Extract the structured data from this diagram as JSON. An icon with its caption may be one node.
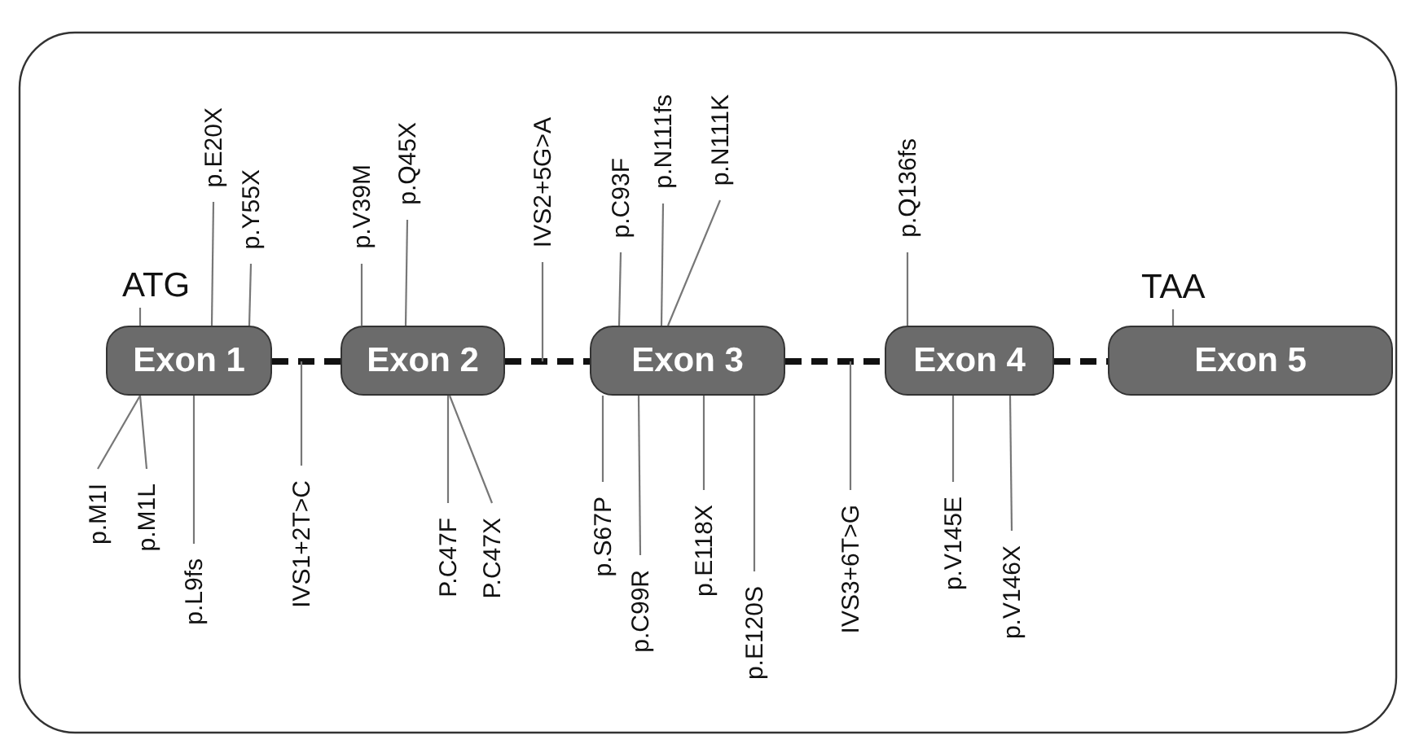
{
  "diagram": {
    "nodes": [
      {
        "text": [
          "Exon 1"
        ]
      },
      {
        "text": [
          "Exon 2"
        ]
      },
      {
        "text": [
          "Exon 3"
        ]
      },
      {
        "text": [
          "Exon 4"
        ]
      },
      {
        "text": [
          "Exon 5"
        ]
      },
      {
        "text": [
          "ATG"
        ]
      },
      {
        "text": [
          "TAA"
        ]
      },
      {
        "text": [
          "p.E20X"
        ]
      },
      {
        "text": [
          "p.Y55X"
        ]
      },
      {
        "text": [
          "p.V39M"
        ]
      },
      {
        "text": [
          "p.Q45X"
        ]
      },
      {
        "text": [
          "IVS2+5G>A"
        ]
      },
      {
        "text": [
          "p.C93F"
        ]
      },
      {
        "text": [
          "p.N111fs"
        ]
      },
      {
        "text": [
          "p.N111K"
        ]
      },
      {
        "text": [
          "p.Q136fs"
        ]
      },
      {
        "text": [
          "p.M1I"
        ]
      },
      {
        "text": [
          "p.M1L"
        ]
      },
      {
        "text": [
          "p.L9fs"
        ]
      },
      {
        "text": [
          "IVS1+2T>C"
        ]
      },
      {
        "text": [
          "P.C47F"
        ]
      },
      {
        "text": [
          "P.C47X"
        ]
      },
      {
        "text": [
          "p.S67P"
        ]
      },
      {
        "text": [
          "p.C99R"
        ]
      },
      {
        "text": [
          "p.E118X"
        ]
      },
      {
        "text": [
          "p.E120S"
        ]
      },
      {
        "text": [
          "IVS3+6T>G"
        ]
      },
      {
        "text": [
          "p.V145E"
        ]
      },
      {
        "text": [
          "p.V146X"
        ]
      }
    ],
    "edges": [
      {
        "from": 0,
        "to": 1,
        "arrow": "none",
        "style": "dashed",
        "color": "#111111"
      },
      {
        "from": 1,
        "to": 2,
        "arrow": "none",
        "style": "dashed",
        "color": "#111111"
      },
      {
        "from": 2,
        "to": 3,
        "arrow": "none",
        "style": "dashed",
        "color": "#111111"
      },
      {
        "from": 3,
        "to": 4,
        "arrow": "none",
        "style": "dashed",
        "color": "#111111"
      },
      {
        "from": 5,
        "to": 0,
        "arrow": "none"
      },
      {
        "from": 6,
        "to": 4,
        "arrow": "none"
      },
      {
        "from": 7,
        "to": 0,
        "arrow": "none"
      },
      {
        "from": 8,
        "to": 0,
        "arrow": "none"
      },
      {
        "from": 9,
        "to": 1,
        "arrow": "none"
      },
      {
        "from": 10,
        "to": 1,
        "arrow": "none"
      },
      {
        "from": 11,
        "to": null,
        "arrow": "none"
      },
      {
        "from": 12,
        "to": 2,
        "arrow": "none"
      },
      {
        "from": 13,
        "to": 2,
        "arrow": "none"
      },
      {
        "from": 14,
        "to": 2,
        "arrow": "none"
      },
      {
        "from": 15,
        "to": 3,
        "arrow": "none"
      },
      {
        "from": 16,
        "to": 0,
        "arrow": "none"
      },
      {
        "from": 17,
        "to": 0,
        "arrow": "none"
      },
      {
        "from": 18,
        "to": 0,
        "arrow": "none"
      },
      {
        "from": 19,
        "to": null,
        "arrow": "none"
      },
      {
        "from": 20,
        "to": 1,
        "arrow": "none"
      },
      {
        "from": 21,
        "to": 1,
        "arrow": "none"
      },
      {
        "from": 22,
        "to": 2,
        "arrow": "none"
      },
      {
        "from": 23,
        "to": 2,
        "arrow": "none"
      },
      {
        "from": 24,
        "to": 2,
        "arrow": "none"
      },
      {
        "from": 25,
        "to": 2,
        "arrow": "none"
      },
      {
        "from": 26,
        "to": null,
        "arrow": "none"
      },
      {
        "from": 27,
        "to": 3,
        "arrow": "none"
      },
      {
        "from": 28,
        "to": 3,
        "arrow": "none"
      }
    ]
  }
}
